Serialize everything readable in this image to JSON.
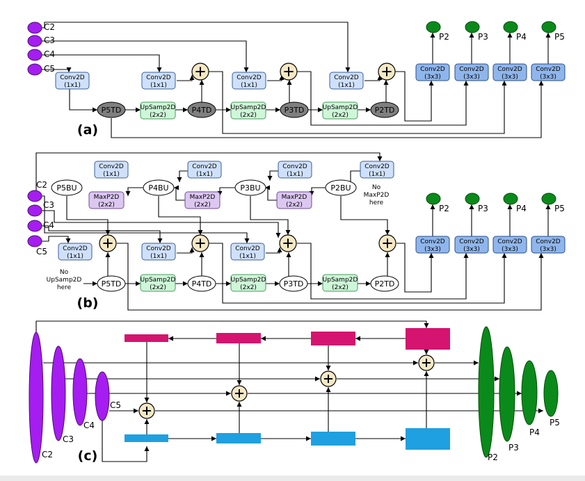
{
  "panels": {
    "a": "(a)",
    "b": "(b)",
    "c": "(c)"
  },
  "inputs": [
    "C2",
    "C3",
    "C4",
    "C5"
  ],
  "outputs": [
    "P2",
    "P3",
    "P4",
    "P5"
  ],
  "blocks": {
    "conv1x1_a": "Conv2D",
    "conv1x1_b": "(1x1)",
    "conv3x3_a": "Conv2D",
    "conv3x3_b": "(3x3)",
    "up_a": "UpSamp2D",
    "up_b": "(2x2)",
    "mp_a": "MaxP2D",
    "mp_b": "(2x2)"
  },
  "td_nodes": [
    "P5TD",
    "P4TD",
    "P3TD",
    "P2TD"
  ],
  "bu_nodes": [
    "P5BU",
    "P4BU",
    "P3BU",
    "P2BU"
  ],
  "notes": {
    "no_upsamp_1": "No",
    "no_upsamp_2": "UpSamp2D",
    "no_upsamp_3": "here",
    "no_maxp_1": "No",
    "no_maxp_2": "MaxP2D",
    "no_maxp_3": "here"
  },
  "colors": {
    "input_purple": "#a51df0",
    "output_green": "#0a8a1a",
    "conv1x1": "#cfe0fb",
    "conv3x3": "#8fb6ec",
    "upsample": "#cef6d8",
    "maxpool": "#dcc7f1",
    "plus": "#f5e8c4",
    "pink": "#d4146e",
    "blue": "#1fa0e0"
  }
}
